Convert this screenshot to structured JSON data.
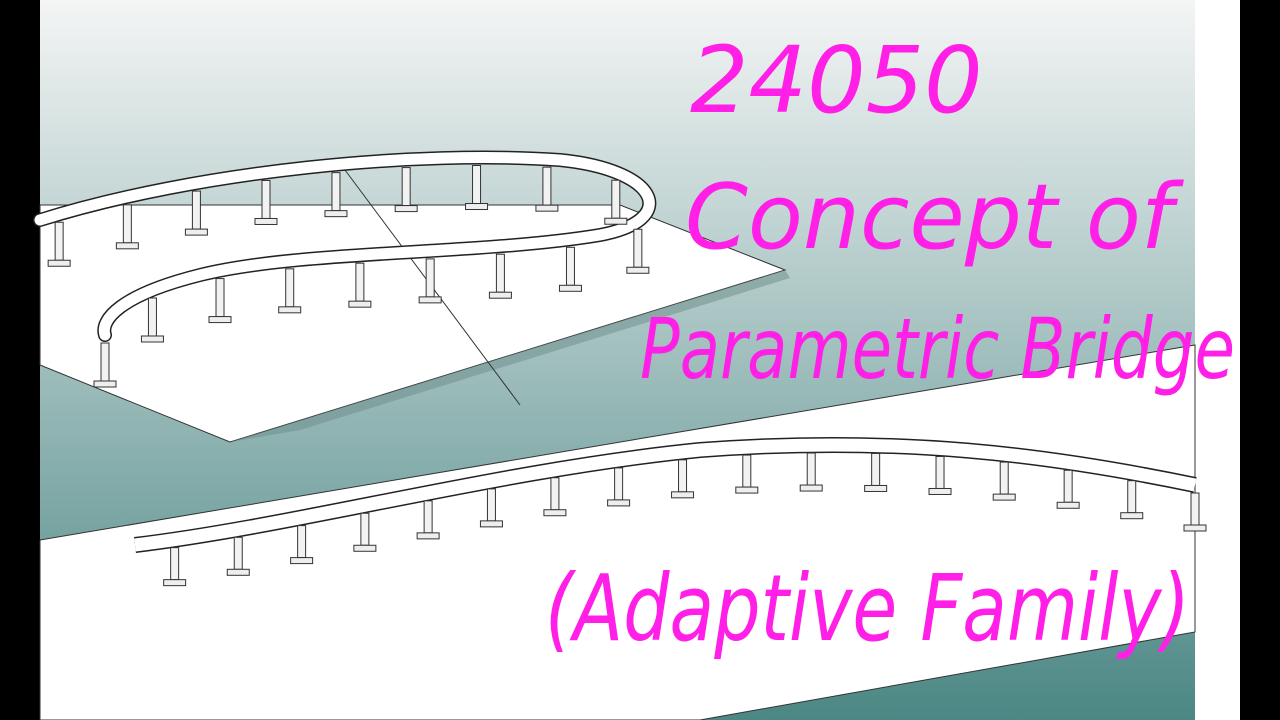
{
  "thumbnail": {
    "title_lines": [
      "24050",
      "Concept of",
      "Parametric Bridge",
      "(Adaptive Family)"
    ],
    "text_color": "#ff1fe6",
    "background_top_color": "#f2f3f3",
    "background_bottom_color": "#4f8a88",
    "plane_color": "#ffffff"
  }
}
